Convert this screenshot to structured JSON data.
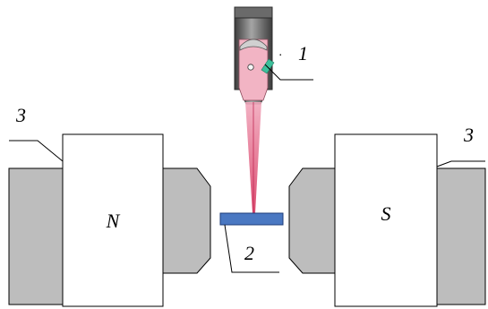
{
  "labels": {
    "left_pole": "N",
    "right_pole": "S",
    "callout_laser": "1",
    "callout_sample": "2",
    "callout_magnet_left": "3",
    "callout_magnet_right": "3"
  },
  "colors": {
    "outline": "#000000",
    "magnet_gray": "#bdbdbd",
    "pole_white": "#ffffff",
    "sample_blue": "#4a78c2",
    "beam_pink": "#e87a92",
    "nozzle_dark": "#5a5a5a"
  }
}
